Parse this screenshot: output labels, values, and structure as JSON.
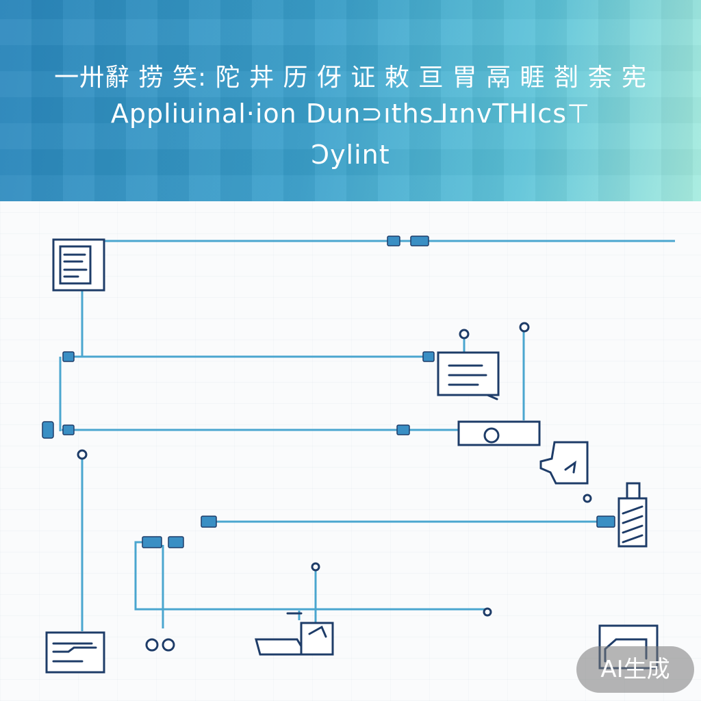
{
  "header": {
    "title_line_1": "一卅辭 捞 笑: 陀 丼 历 伢 证 敕 亘 胃 鬲 睚 剳 柰 宪",
    "title_line_2": "Appliuinal·ion Dun⊃ıths⅃ɪnvTHIcs⊤",
    "title_line_3": "Ͻylint"
  },
  "diagram": {
    "nodes": [
      {
        "name": "document-icon"
      },
      {
        "name": "list-panel-icon"
      },
      {
        "name": "camera-box-icon"
      },
      {
        "name": "tag-icon"
      },
      {
        "name": "striped-device-icon"
      },
      {
        "name": "dock-tray-icon"
      },
      {
        "name": "drawer-icon"
      },
      {
        "name": "folder-box-icon"
      },
      {
        "name": "monitor-icon"
      }
    ],
    "colors": {
      "wire": "#4aa6cf",
      "icon": "#1e3c68",
      "connector": "#3a8fc4"
    }
  },
  "watermark": {
    "label": "AI生成"
  }
}
